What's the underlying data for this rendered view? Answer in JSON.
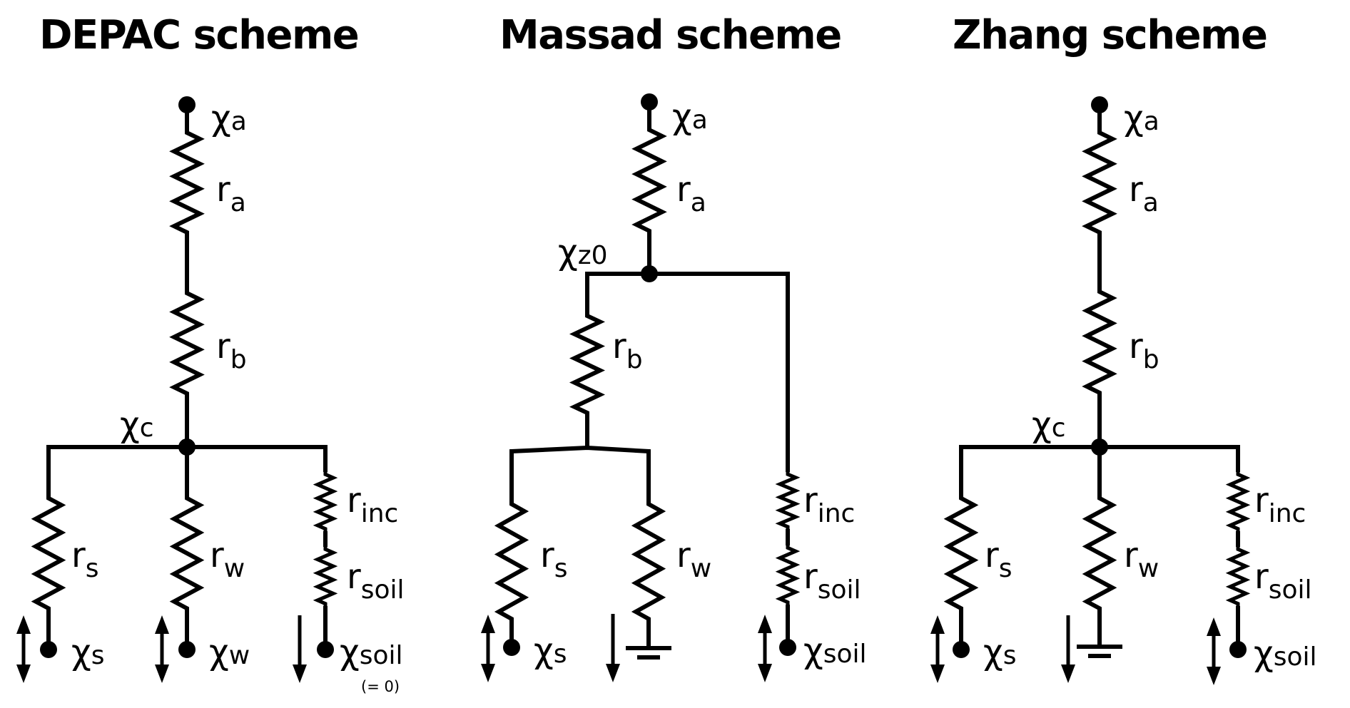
{
  "colors": {
    "ink": "#000000",
    "background": "#ffffff"
  },
  "schemes": [
    {
      "id": "depac",
      "title": "DEPAC scheme",
      "labels": {
        "chi_a": {
          "main": "χ",
          "sub": "a"
        },
        "r_a": {
          "main": "r",
          "sub": "a"
        },
        "r_b": {
          "main": "r",
          "sub": "b"
        },
        "chi_c": {
          "main": "χ",
          "sub": "c"
        },
        "r_s": {
          "main": "r",
          "sub": "s"
        },
        "r_w": {
          "main": "r",
          "sub": "w"
        },
        "r_inc": {
          "main": "r",
          "sub": "inc"
        },
        "r_soil": {
          "main": "r",
          "sub": "soil"
        },
        "chi_s": {
          "main": "χ",
          "sub": "s"
        },
        "chi_w": {
          "main": "χ",
          "sub": "w"
        },
        "chi_soil": {
          "main": "χ",
          "sub": "soil"
        },
        "chi_soil_note": "(= 0)"
      },
      "flux_arrows": {
        "stomata": "bidirectional",
        "water": "bidirectional",
        "soil": "downward"
      }
    },
    {
      "id": "massad",
      "title": "Massad scheme",
      "labels": {
        "chi_a": {
          "main": "χ",
          "sub": "a"
        },
        "r_a": {
          "main": "r",
          "sub": "a"
        },
        "chi_z0": {
          "main": "χ",
          "sub": "z0"
        },
        "r_b": {
          "main": "r",
          "sub": "b"
        },
        "r_s": {
          "main": "r",
          "sub": "s"
        },
        "r_w": {
          "main": "r",
          "sub": "w"
        },
        "r_inc": {
          "main": "r",
          "sub": "inc"
        },
        "r_soil": {
          "main": "r",
          "sub": "soil"
        },
        "chi_s": {
          "main": "χ",
          "sub": "s"
        },
        "chi_soil": {
          "main": "χ",
          "sub": "soil"
        }
      },
      "flux_arrows": {
        "stomata": "bidirectional",
        "water": "downward",
        "soil": "bidirectional"
      },
      "water_terminal": "ground"
    },
    {
      "id": "zhang",
      "title": "Zhang scheme",
      "labels": {
        "chi_a": {
          "main": "χ",
          "sub": "a"
        },
        "r_a": {
          "main": "r",
          "sub": "a"
        },
        "r_b": {
          "main": "r",
          "sub": "b"
        },
        "chi_c": {
          "main": "χ",
          "sub": "c"
        },
        "r_s": {
          "main": "r",
          "sub": "s"
        },
        "r_w": {
          "main": "r",
          "sub": "w"
        },
        "r_inc": {
          "main": "r",
          "sub": "inc"
        },
        "r_soil": {
          "main": "r",
          "sub": "soil"
        },
        "chi_s": {
          "main": "χ",
          "sub": "s"
        },
        "chi_soil": {
          "main": "χ",
          "sub": "soil"
        }
      },
      "flux_arrows": {
        "stomata": "bidirectional",
        "water": "downward",
        "soil": "bidirectional"
      },
      "water_terminal": "ground"
    }
  ]
}
